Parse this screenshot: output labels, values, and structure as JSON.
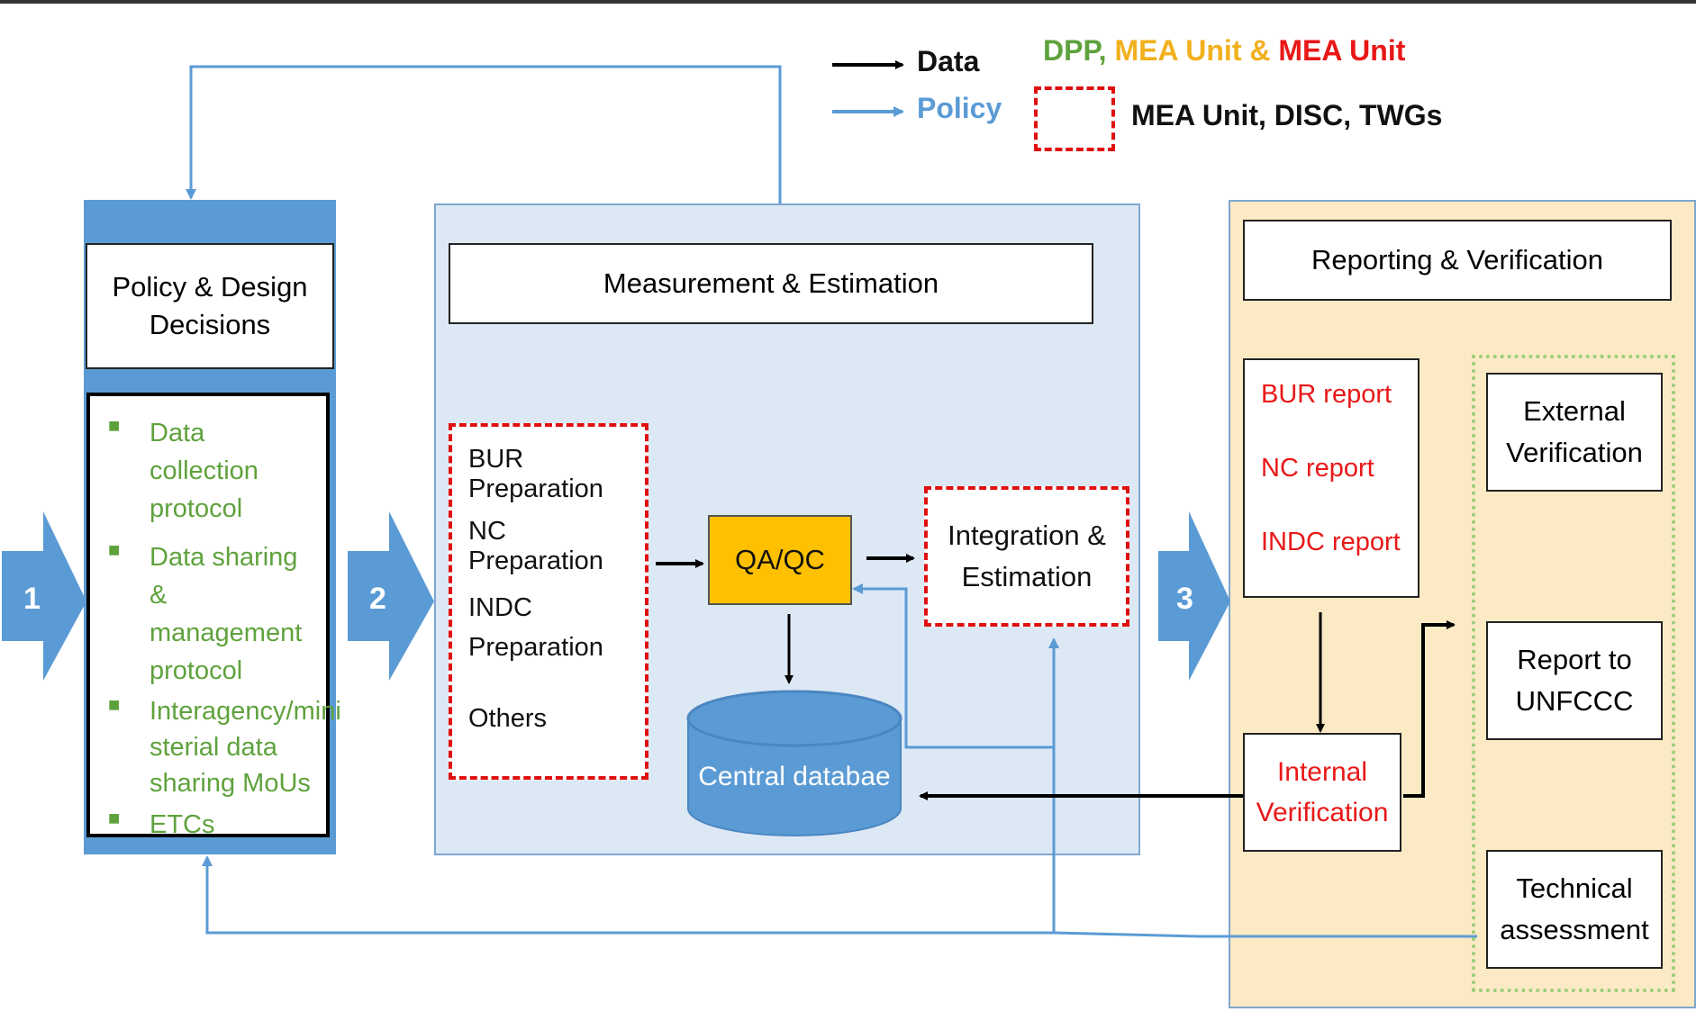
{
  "legend": {
    "data_label": "Data",
    "policy_label": "Policy",
    "actors_part1": "DPP,",
    "actors_part2": "MEA Unit &",
    "actors_part3": "MEA Unit",
    "box_label": "MEA Unit, DISC, TWGs"
  },
  "steps": [
    "1",
    "2",
    "3"
  ],
  "policy_design": {
    "title_line1": "Policy & Design",
    "title_line2": "Decisions",
    "items": [
      [
        "Data collection",
        "protocol"
      ],
      [
        "Data sharing &",
        "management",
        "protocol"
      ],
      [
        "Interagency/mini",
        "sterial data",
        "sharing MoUs"
      ],
      [
        "ETCs"
      ]
    ]
  },
  "measurement": {
    "title": "Measurement & Estimation",
    "prep_items": [
      "BUR Preparation",
      "NC Preparation",
      "INDC",
      "Preparation",
      "Others"
    ],
    "qaqc": "QA/QC",
    "integration_line1": "Integration &",
    "integration_line2": "Estimation",
    "database": "Central databae"
  },
  "reporting": {
    "title": "Reporting & Verification",
    "reports": [
      "BUR report",
      "NC report",
      "INDC report"
    ],
    "internal_line1": "Internal",
    "internal_line2": "Verification",
    "external_line1": "External",
    "external_line2": "Verification",
    "unfccc_line1": "Report to",
    "unfccc_line2": "UNFCCC",
    "technical_line1": "Technical",
    "technical_line2": "assessment"
  },
  "colors": {
    "policy_blue": "#5b9bd5",
    "panel_blue": "#dde8f5",
    "panel_yellow": "#fbeac3",
    "qaqc_fill": "#ffc000",
    "dashed_red": "#e01010",
    "green_text": "#5fa23d",
    "red_text": "#e81818",
    "orange_text": "#f2b01e"
  }
}
